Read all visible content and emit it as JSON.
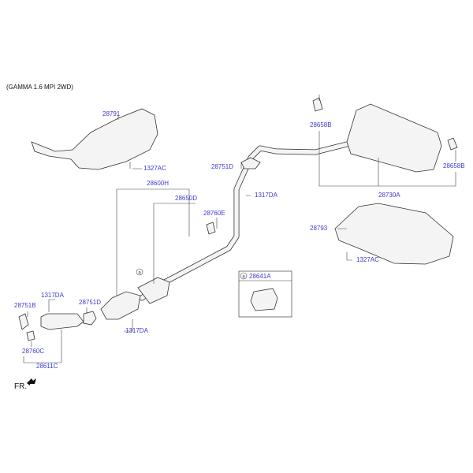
{
  "title": "(GAMMA 1.6 MPI 2WD)",
  "front_marker": "FR.",
  "label_color": "#3b3bcf",
  "callout_marker": "a",
  "parts": {
    "heat_protector_front": "28791",
    "bolt_front": "1327AC",
    "center_muffler_assy": "28600H",
    "center_pipe": "28650D",
    "hanger_center": "28760E",
    "gasket_rear": "28751D",
    "nut_rear": "1317DA",
    "hanger_rear_left": "28658B",
    "hanger_rear_right": "28658B",
    "main_muffler_assy": "28730A",
    "heat_protector_rear": "28793",
    "bolt_rear": "1327AC",
    "clamp": "28641A",
    "nut_front_upper": "1317DA",
    "gasket_front": "28751B",
    "gasket_mid": "28751D",
    "nut_front_lower": "1317DA",
    "hanger_front": "28760C",
    "front_pipe_assy": "28611C"
  }
}
